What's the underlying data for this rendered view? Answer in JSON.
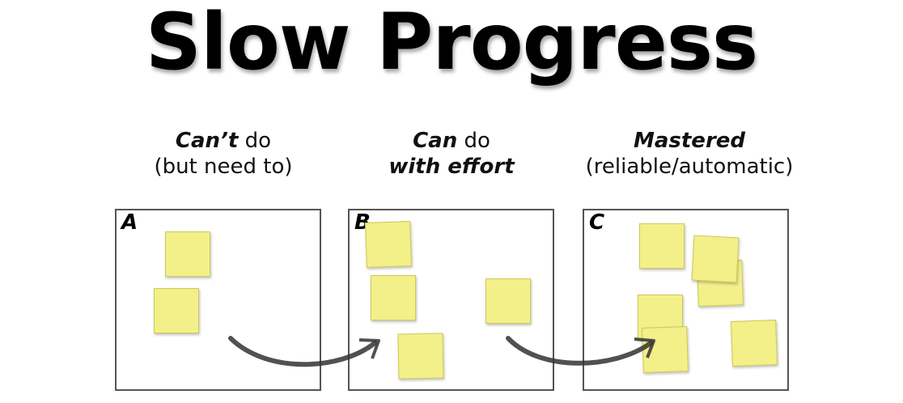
{
  "title": "Slow Progress",
  "columns": [
    {
      "id": "A",
      "caption_bold": "Can’t",
      "caption_rest": " do",
      "caption_line2_plain": "(but need to)",
      "caption_line2_bold": ""
    },
    {
      "id": "B",
      "caption_bold": "Can",
      "caption_rest": " do",
      "caption_line2_plain": "",
      "caption_line2_bold": "with effort"
    },
    {
      "id": "C",
      "caption_bold": "Mastered",
      "caption_rest": "",
      "caption_line2_plain": "(reliable/automatic)",
      "caption_line2_bold": ""
    }
  ],
  "note_color": "#f3f08a",
  "arrow_color": "#333333",
  "notes_per_box": {
    "A": 2,
    "B": 4,
    "C": 6
  }
}
